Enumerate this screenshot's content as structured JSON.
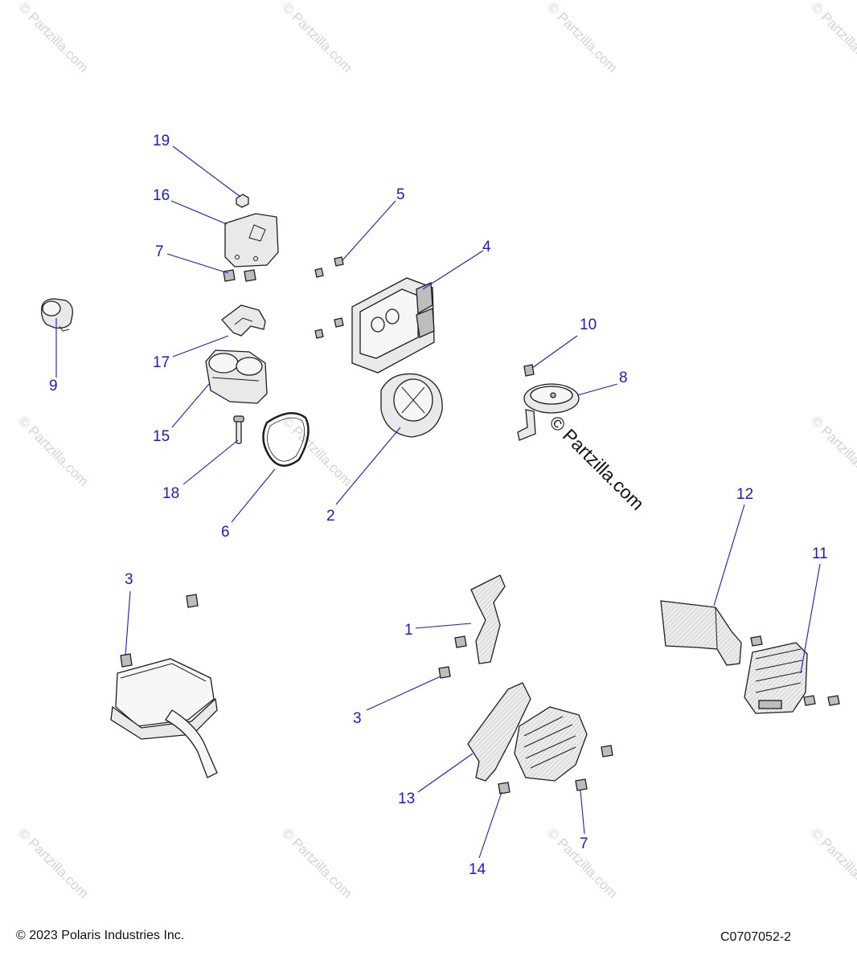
{
  "watermark_text": "© Partzilla.com",
  "footer": {
    "copyright": "© 2023 Polaris Industries Inc.",
    "figure_code": "C0707052-2"
  },
  "callouts": {
    "c1": "1",
    "c2": "2",
    "c3a": "3",
    "c3b": "3",
    "c4": "4",
    "c5": "5",
    "c6": "6",
    "c7a": "7",
    "c7b": "7",
    "c8": "8",
    "c9": "9",
    "c10": "10",
    "c11": "11",
    "c12": "12",
    "c13": "13",
    "c14": "14",
    "c15": "15",
    "c16": "16",
    "c17": "17",
    "c18": "18",
    "c19": "19"
  },
  "colors": {
    "callout": "#1a1ad6",
    "line_art": "#1e1e1e",
    "watermark": "#d3d3d3"
  }
}
